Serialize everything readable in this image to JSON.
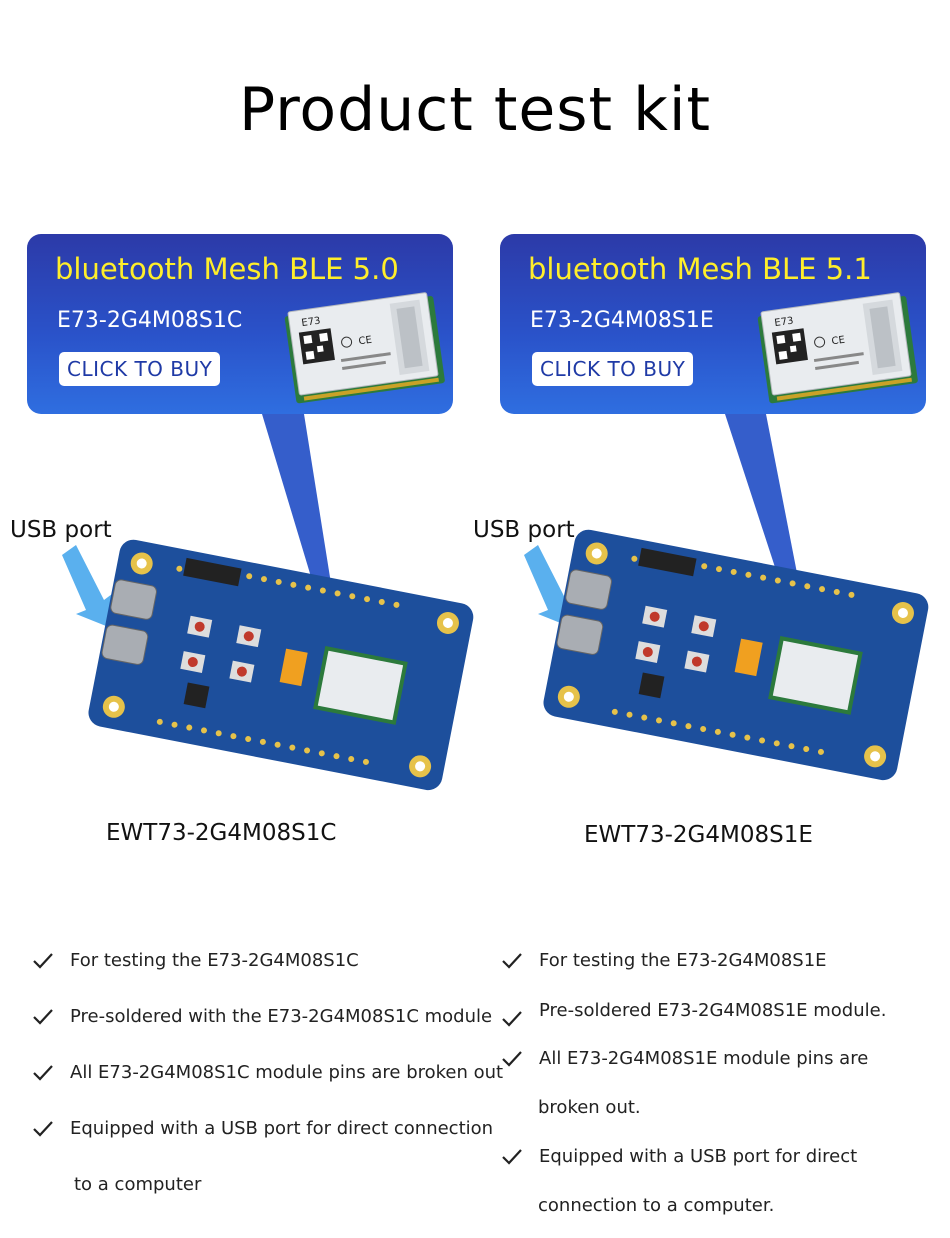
{
  "page": {
    "title": "Product test kit"
  },
  "products": [
    {
      "banner_title": "bluetooth Mesh BLE 5.0",
      "banner_model": "E73-2G4M08S1C",
      "buy_label": "CLICK TO BUY",
      "usb_label": "USB port",
      "board_name": "EWT73-2G4M08S1C",
      "features": [
        "For testing the E73-2G4M08S1C",
        "Pre-soldered with the E73-2G4M08S1C module",
        "All E73-2G4M08S1C module pins are broken out",
        "Equipped with a USB port for direct connection"
      ],
      "feature_continuation": "to a computer"
    },
    {
      "banner_title": "bluetooth Mesh BLE 5.1",
      "banner_model": "E73-2G4M08S1E",
      "buy_label": "CLICK TO BUY",
      "usb_label": "USB port",
      "board_name": "EWT73-2G4M08S1E",
      "features": [
        "For testing the E73-2G4M08S1E",
        "Pre-soldered E73-2G4M08S1E module.",
        "All E73-2G4M08S1E module pins are",
        "Equipped with a USB port for direct"
      ],
      "feature_continuations": [
        "broken out.",
        "connection to a computer."
      ]
    }
  ],
  "colors": {
    "banner_accent": "#ffee2a",
    "banner_blue": "#2a52c9",
    "pcb_blue": "#1d4f9c",
    "pointer_blue": "#4aa3e8"
  }
}
